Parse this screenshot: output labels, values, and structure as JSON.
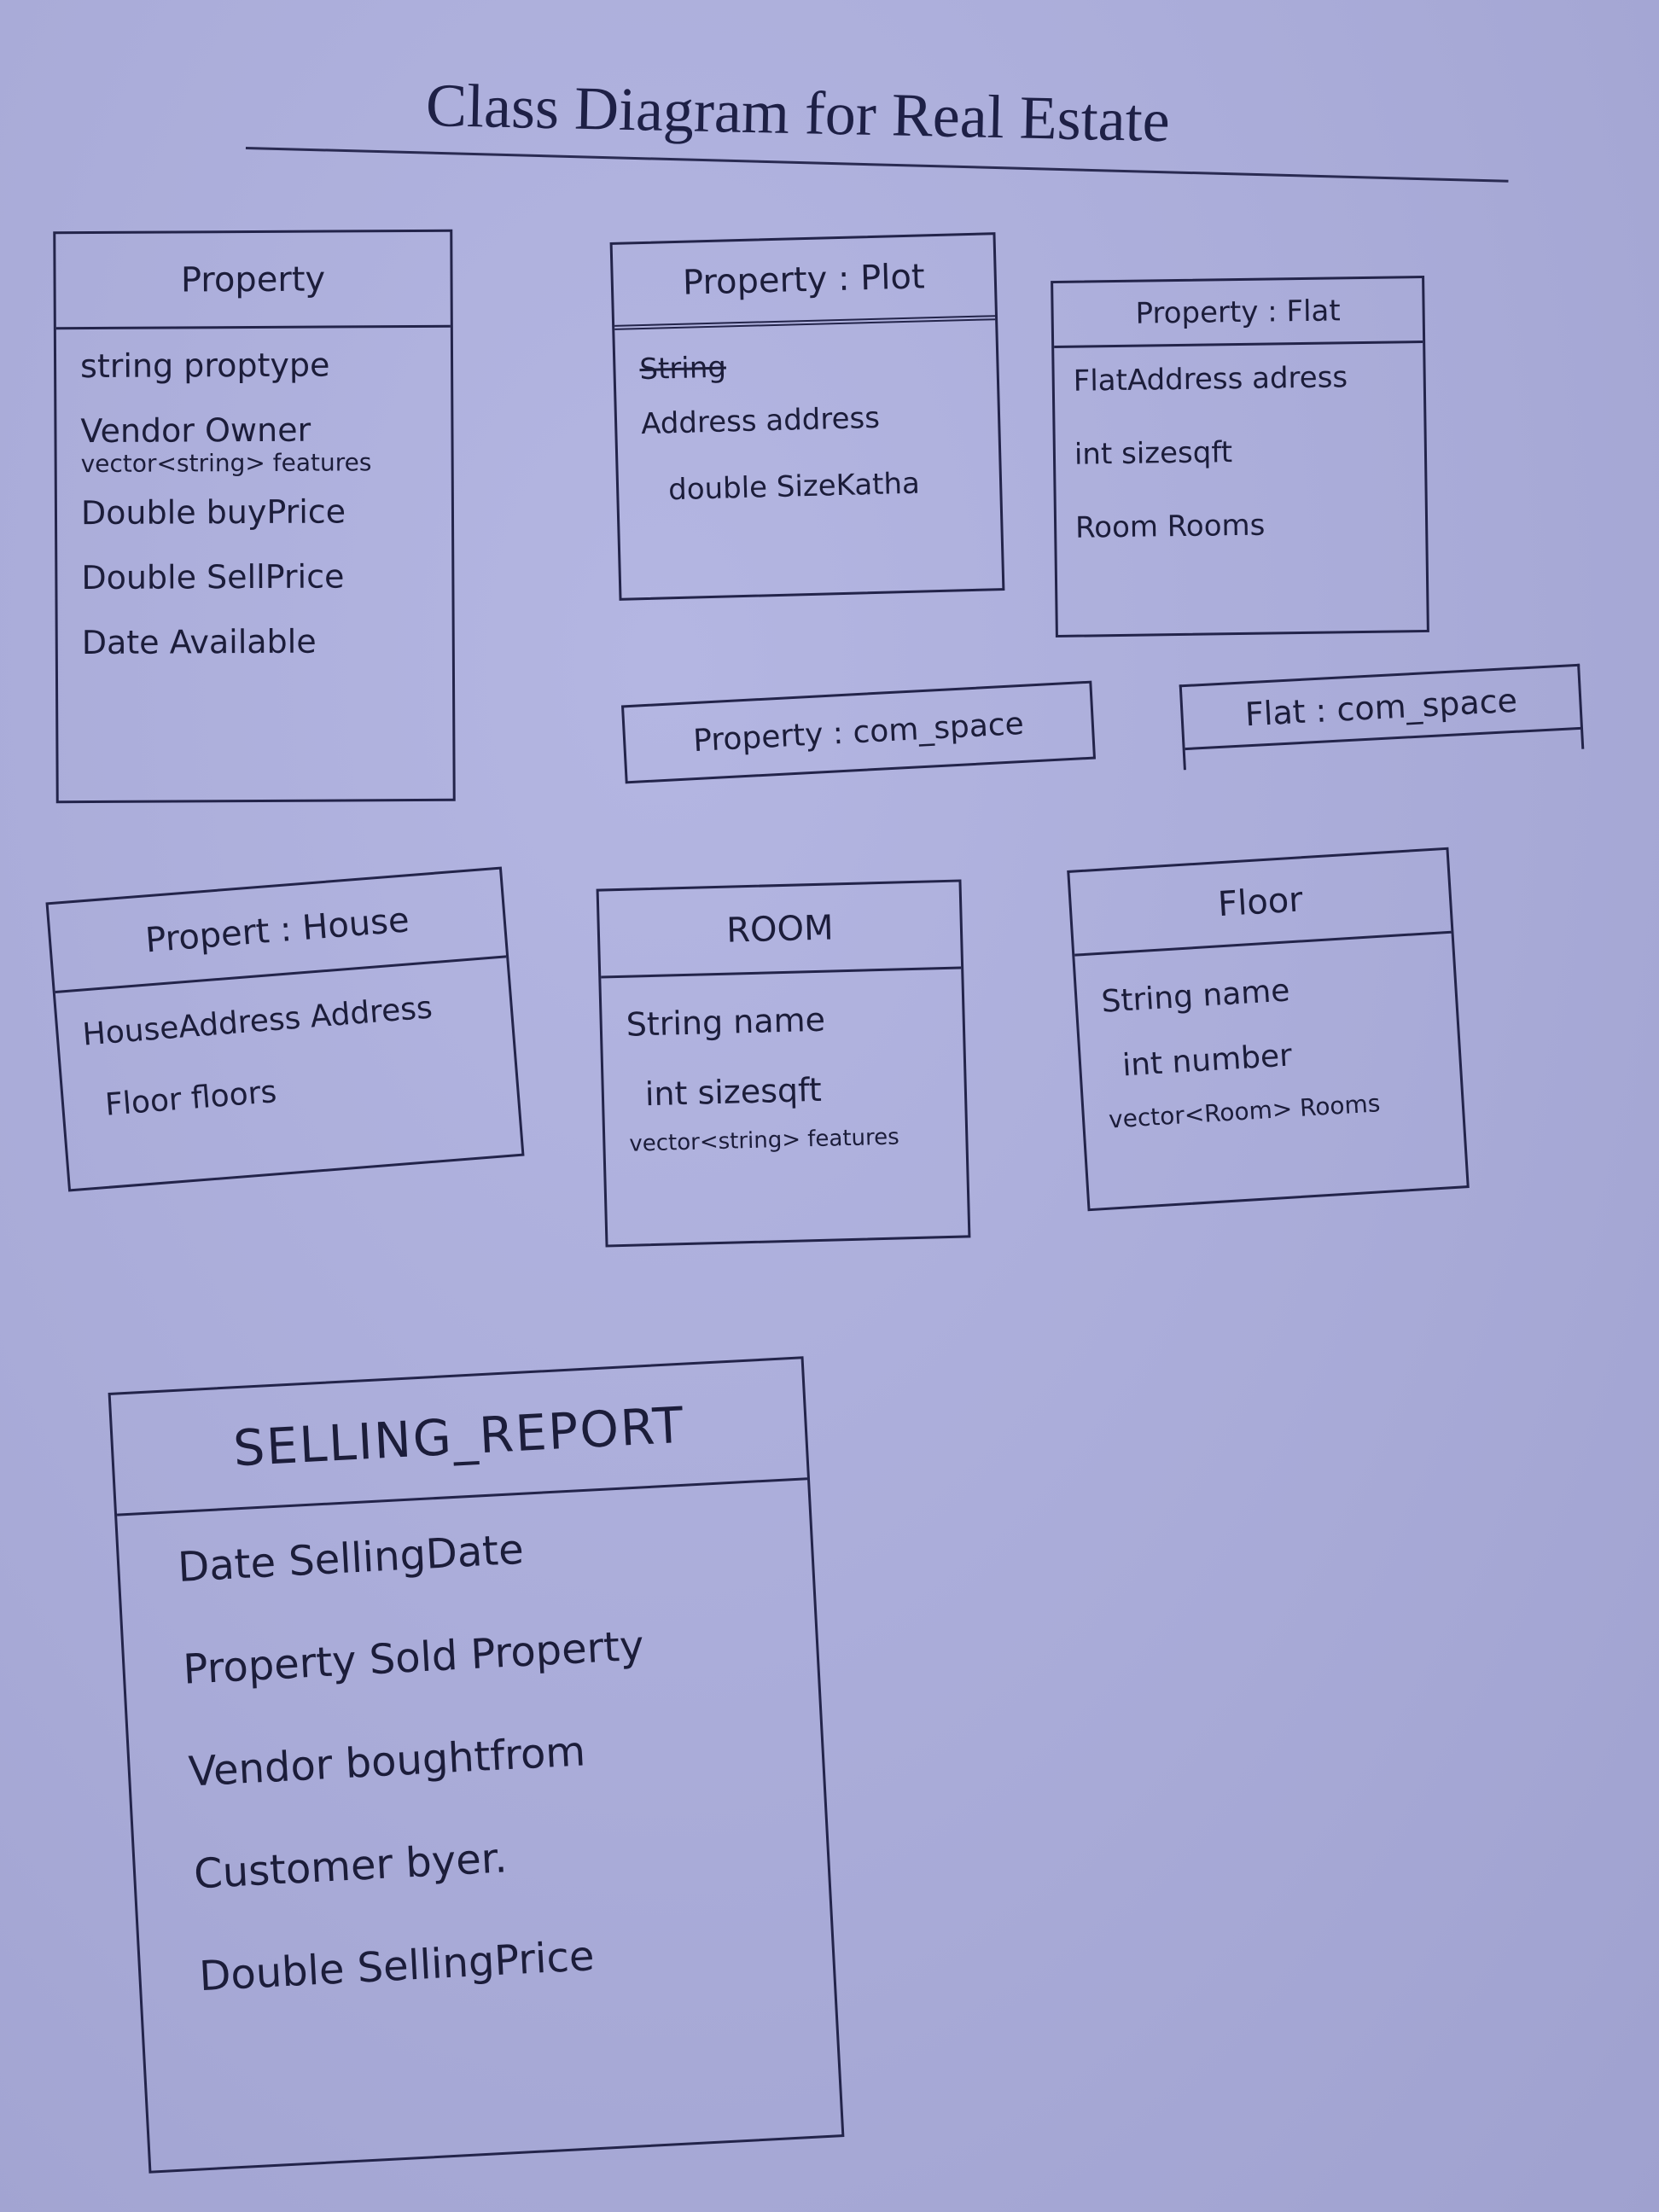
{
  "title": "Class Diagram for Real Estate",
  "classes": {
    "property": {
      "name": "Property",
      "attributes": [
        "string proptype",
        "Vendor Owner",
        "vector<string> features",
        "Double buyPrice",
        "Double SellPrice",
        "Date Available"
      ]
    },
    "plot": {
      "name": "Property : Plot",
      "attributes": [
        "String",
        "Address address",
        "double SizeKatha"
      ]
    },
    "flat": {
      "name": "Property : Flat",
      "attributes": [
        "FlatAddress adress",
        "int sizesqft",
        "Room Rooms"
      ]
    },
    "com_space": {
      "name": "Property : com_space"
    },
    "flat_com_space": {
      "name": "Flat : com_space"
    },
    "house": {
      "name": "Propert : House",
      "attributes": [
        "HouseAddress Address",
        "Floor floors"
      ]
    },
    "room": {
      "name": "ROOM",
      "attributes": [
        "String name",
        "int sizesqft",
        "vector<string> features"
      ]
    },
    "floor": {
      "name": "Floor",
      "attributes": [
        "String name",
        "int number",
        "vector<Room> Rooms"
      ]
    },
    "selling_report": {
      "name": "SELLING_REPORT",
      "attributes": [
        "Date SellingDate",
        "Property Sold Property",
        "Vendor boughtfrom",
        "Customer byer.",
        "Double SellingPrice"
      ]
    }
  }
}
